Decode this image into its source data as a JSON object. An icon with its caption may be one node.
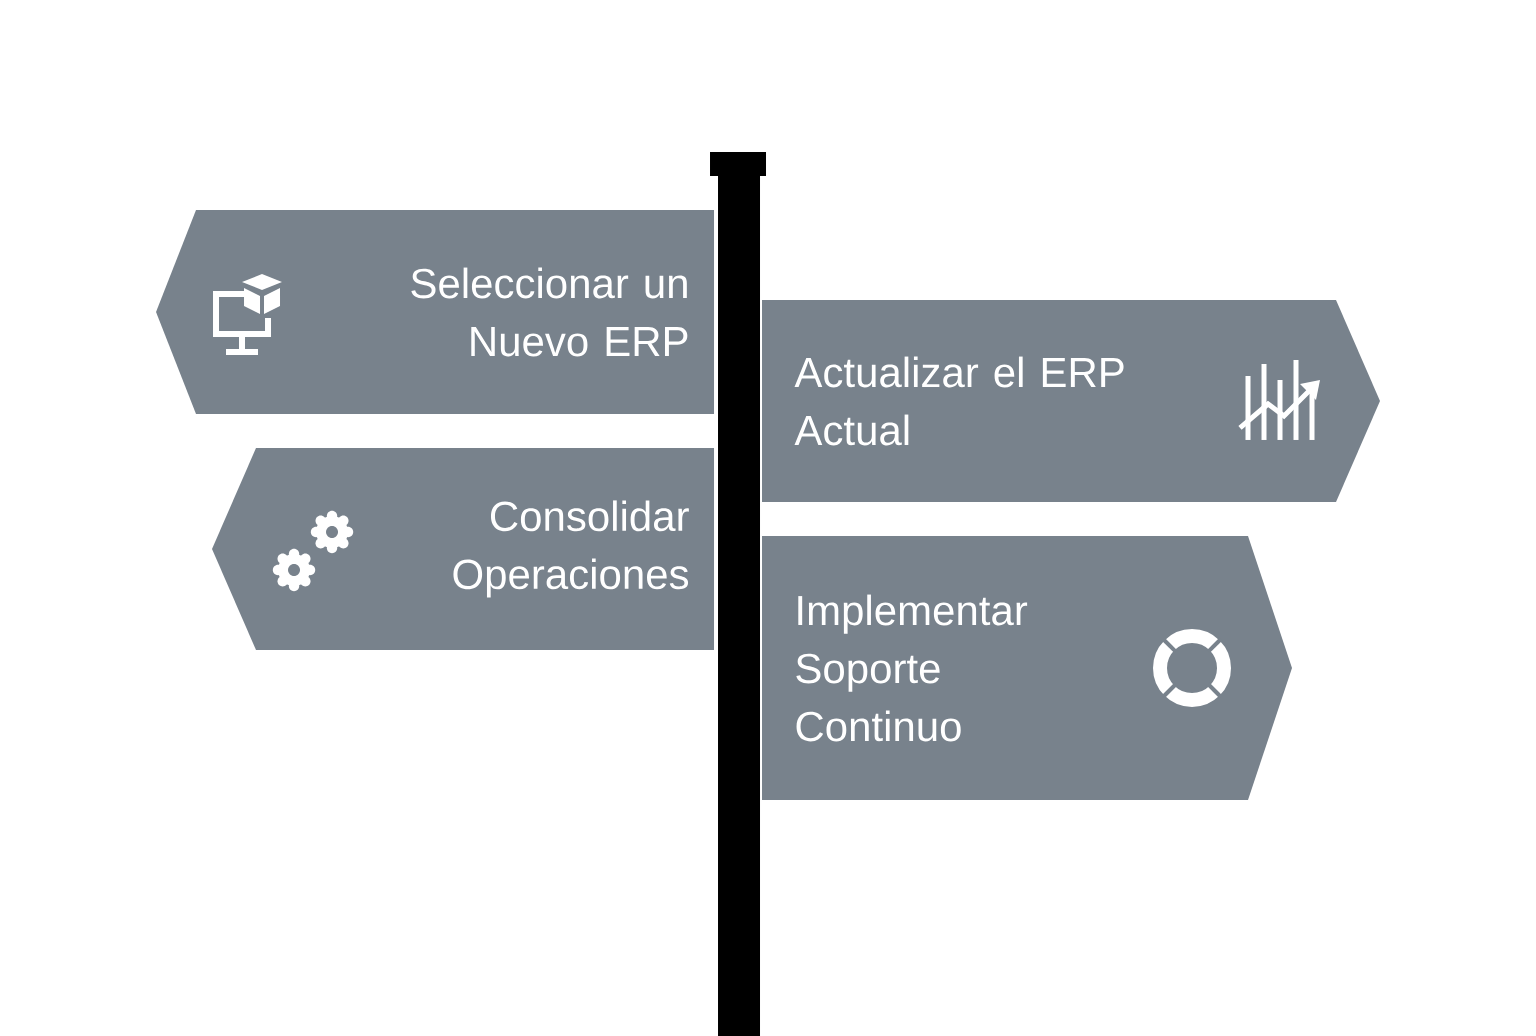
{
  "diagram": {
    "nodes": [
      {
        "text": [
          "Seleccionar un Nuevo ERP"
        ]
      },
      {
        "text": [
          "Actualizar el ERP Actual"
        ]
      },
      {
        "text": [
          "Consolidar Operaciones"
        ]
      },
      {
        "text": [
          "Implementar Soporte Continuo"
        ]
      }
    ]
  }
}
